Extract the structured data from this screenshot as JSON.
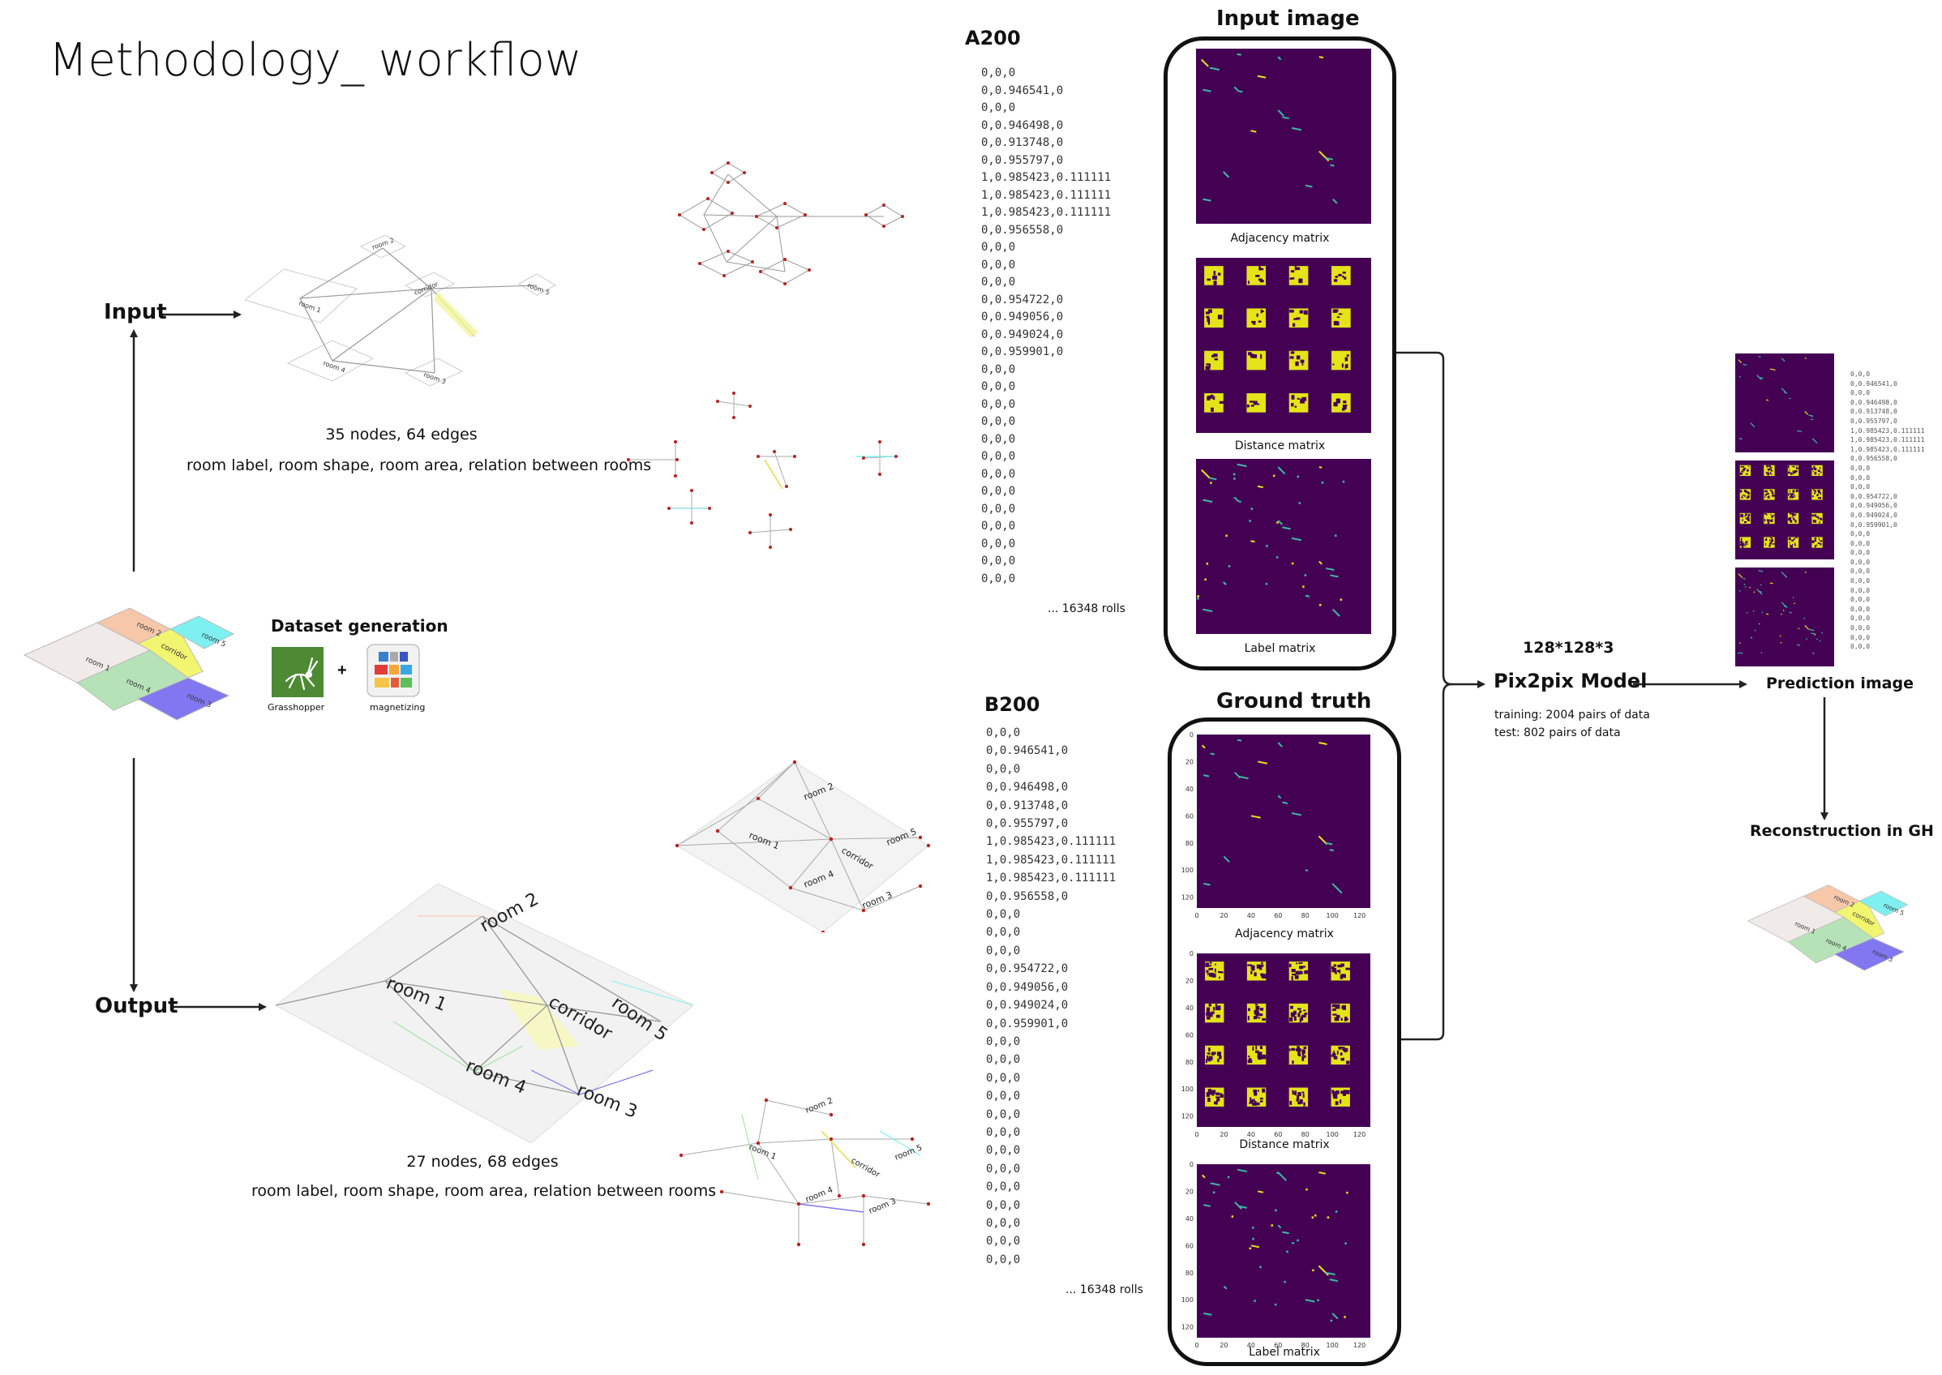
{
  "title": "Methodology_ workflow",
  "labels": {
    "input": "Input",
    "output": "Output",
    "dataset_generation": "Dataset generation",
    "grasshopper": "Grasshopper",
    "magnetizing": "magnetizing",
    "plus": "+",
    "a_table": "A200",
    "b_table": "B200",
    "input_image": "Input image",
    "ground_truth": "Ground truth",
    "size": "128*128*3",
    "model": "Pix2pix Model",
    "training": "training: 2004 pairs of data",
    "test": "test: 802 pairs of data",
    "prediction": "Prediction image",
    "reconstruction": "Reconstruction in GH",
    "rolls": "... 16348 rolls"
  },
  "input_graph": {
    "stats": "35 nodes, 64 edges",
    "attributes": "room label, room shape, room area, relation between rooms",
    "rooms": [
      "room 1",
      "room 2",
      "corridor",
      "room 3",
      "room 4",
      "room 5"
    ]
  },
  "output_graph": {
    "stats": "27 nodes, 68 edges",
    "attributes": "room label, room shape, room area, relation between rooms",
    "rooms": [
      "room 1",
      "room 2",
      "corridor",
      "room 3",
      "room 4",
      "room 5"
    ]
  },
  "floorplan_rooms": [
    "room 1",
    "room 2",
    "corridor",
    "room 3",
    "room 4",
    "room 5"
  ],
  "matrices": {
    "adjacency": "Adjacency matrix",
    "distance": "Distance matrix",
    "label": "Label matrix"
  },
  "axis_ticks": [
    "0",
    "20",
    "40",
    "60",
    "80",
    "100",
    "120"
  ],
  "a_rows": [
    "0,0,0",
    "0,0.946541,0",
    "0,0,0",
    "0,0.946498,0",
    "0,0.913748,0",
    "0,0.955797,0",
    "1,0.985423,0.111111",
    "1,0.985423,0.111111",
    "1,0.985423,0.111111",
    "0,0.956558,0",
    "0,0,0",
    "0,0,0",
    "0,0,0",
    "0,0.954722,0",
    "0,0.949056,0",
    "0,0.949024,0",
    "0,0.959901,0",
    "0,0,0",
    "0,0,0",
    "0,0,0",
    "0,0,0",
    "0,0,0",
    "0,0,0",
    "0,0,0",
    "0,0,0",
    "0,0,0",
    "0,0,0",
    "0,0,0",
    "0,0,0",
    "0,0,0"
  ],
  "b_rows": [
    "0,0,0",
    "0,0.946541,0",
    "0,0,0",
    "0,0.946498,0",
    "0,0.913748,0",
    "0,0.955797,0",
    "1,0.985423,0.111111",
    "1,0.985423,0.111111",
    "1,0.985423,0.111111",
    "0,0.956558,0",
    "0,0,0",
    "0,0,0",
    "0,0,0",
    "0,0.954722,0",
    "0,0.949056,0",
    "0,0.949024,0",
    "0,0.959901,0",
    "0,0,0",
    "0,0,0",
    "0,0,0",
    "0,0,0",
    "0,0,0",
    "0,0,0",
    "0,0,0",
    "0,0,0",
    "0,0,0",
    "0,0,0",
    "0,0,0",
    "0,0,0",
    "0,0,0"
  ],
  "pred_rows": [
    "0,0,0",
    "0,0.946541,0",
    "0,0,0",
    "0,0.946498,0",
    "0,0.913748,0",
    "0,0.955797,0",
    "1,0.985423,0.111111",
    "1,0.985423,0.111111",
    "1,0.985423,0.111111",
    "0,0.956558,0",
    "0,0,0",
    "0,0,0",
    "0,0,0",
    "0,0.954722,0",
    "0,0.949056,0",
    "0,0.949024,0",
    "0,0.959901,0",
    "0,0,0",
    "0,0,0",
    "0,0,0",
    "0,0,0",
    "0,0,0",
    "0,0,0",
    "0,0,0",
    "0,0,0",
    "0,0,0",
    "0,0,0",
    "0,0,0",
    "0,0,0",
    "0,0,0"
  ],
  "colors": {
    "matrix_bg": "#440154",
    "matrix_fg": "#e4e419",
    "matrix_edge": "#3fb8a6",
    "room1": "#f0ebe8",
    "room2": "#f7c7aa",
    "room3": "#8277f0",
    "room4": "#b6e2b7",
    "room5": "#7ff0f2",
    "corridor": "#f2f56f"
  }
}
